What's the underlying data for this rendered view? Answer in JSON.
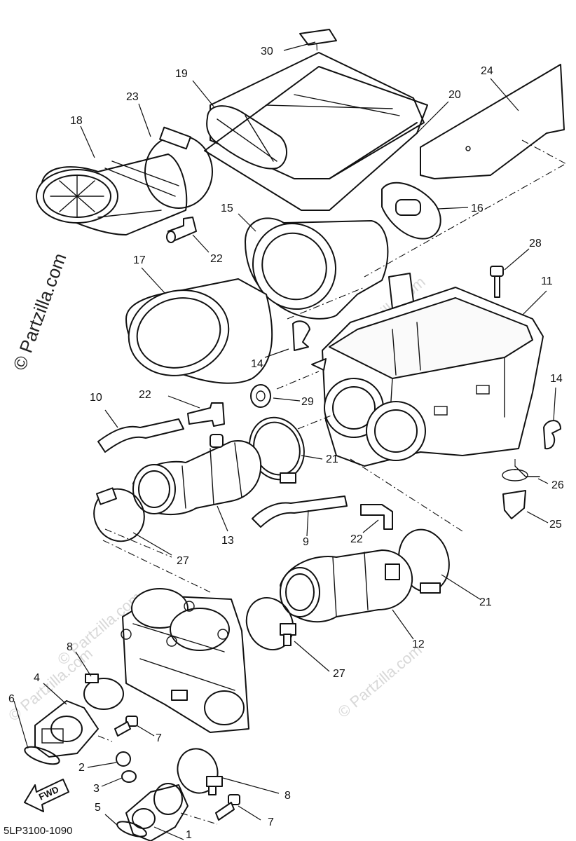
{
  "diagram": {
    "code": "5LP3100-1090",
    "watermark": "© Partzilla.com",
    "fwd_label": "FWD",
    "callouts": [
      "30",
      "19",
      "24",
      "23",
      "20",
      "18",
      "16",
      "15",
      "22",
      "28",
      "17",
      "11",
      "14",
      "22",
      "29",
      "10",
      "14",
      "21",
      "26",
      "13",
      "9",
      "22",
      "25",
      "27",
      "21",
      "12",
      "8",
      "27",
      "4",
      "6",
      "7",
      "2",
      "8",
      "3",
      "7",
      "5",
      "1"
    ]
  }
}
